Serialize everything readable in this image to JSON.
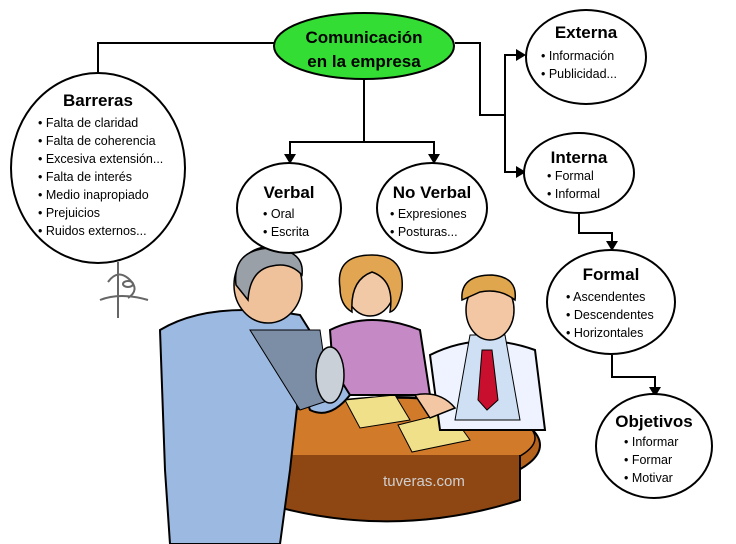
{
  "root": {
    "title_line1": "Comunicación",
    "title_line2": "en la empresa",
    "fill_color": "#33dd33"
  },
  "barreras": {
    "title": "Barreras",
    "items": [
      "Falta de claridad",
      "Falta de coherencia",
      "Excesiva extensión...",
      "Falta de interés",
      "Medio inapropiado",
      "Prejuicios",
      "Ruidos externos..."
    ]
  },
  "verbal": {
    "title": "Verbal",
    "items": [
      "Oral",
      "Escrita"
    ]
  },
  "no_verbal": {
    "title": "No Verbal",
    "items": [
      "Expresiones",
      "Posturas..."
    ]
  },
  "externa": {
    "title": "Externa",
    "items": [
      "Información",
      "Publicidad..."
    ]
  },
  "interna": {
    "title": "Interna",
    "items": [
      "Formal",
      "Informal"
    ]
  },
  "formal": {
    "title": "Formal",
    "items": [
      "Ascendentes",
      "Descendentes",
      "Horizontales"
    ]
  },
  "objetivos": {
    "title": "Objetivos",
    "items": [
      "Informar",
      "Formar",
      "Motivar"
    ]
  },
  "illustration": {
    "subject": "business-meeting-clipart"
  },
  "watermark": {
    "text": "tuveras.com"
  },
  "signature_logo": {
    "subject": "artist-signature"
  },
  "bullet_char": "•"
}
